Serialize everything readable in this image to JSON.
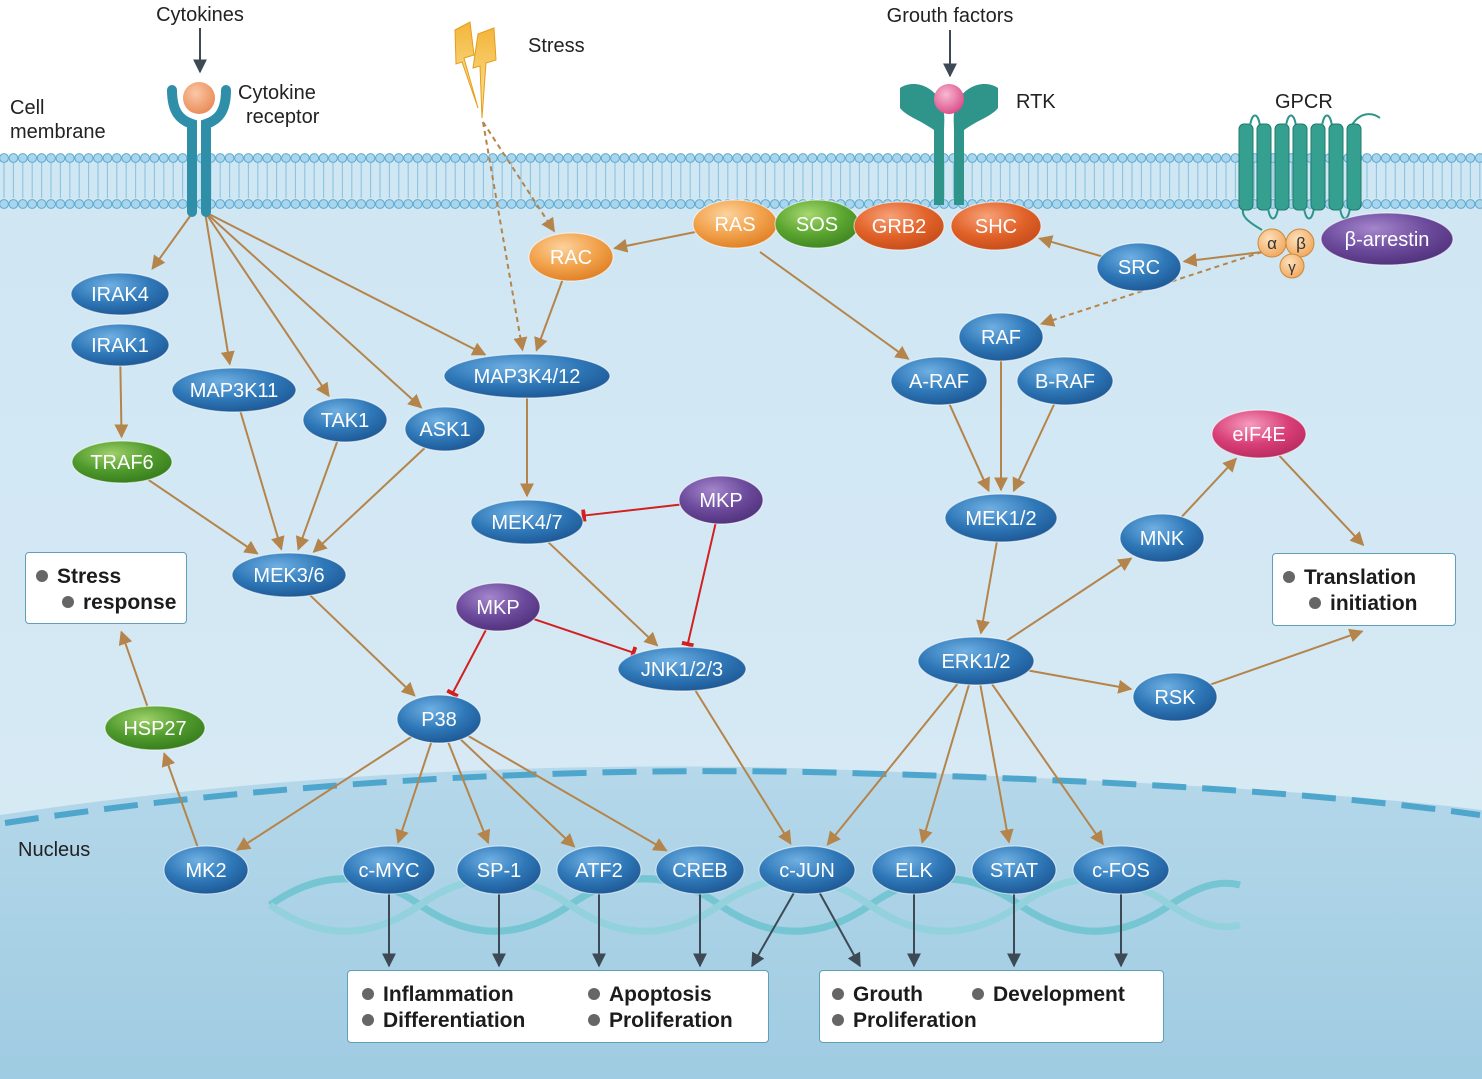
{
  "labels": {
    "cytokines": "Cytokines",
    "stress": "Stress",
    "grouth_factors": "Grouth factors",
    "cell_membrane_1": "Cell",
    "cell_membrane_2": "membrane",
    "cytokine_receptor_1": "Cytokine",
    "cytokine_receptor_2": "receptor",
    "rtk": "RTK",
    "gpcr": "GPCR",
    "nucleus": "Nucleus",
    "alpha": "α",
    "beta": "β",
    "gamma": "γ"
  },
  "nodes": {
    "irak4": "IRAK4",
    "irak1": "IRAK1",
    "traf6": "TRAF6",
    "map3k11": "MAP3K11",
    "tak1": "TAK1",
    "ask1": "ASK1",
    "map3k4_12": "MAP3K4/12",
    "mek3_6": "MEK3/6",
    "mek4_7": "MEK4/7",
    "mkp_top": "MKP",
    "mkp_mid": "MKP",
    "jnk": "JNK1/2/3",
    "p38": "P38",
    "hsp27": "HSP27",
    "mk2": "MK2",
    "rac": "RAC",
    "ras": "RAS",
    "sos": "SOS",
    "grb2": "GRB2",
    "shc": "SHC",
    "src": "SRC",
    "beta_arrestin": "β-arrestin",
    "raf": "RAF",
    "a_raf": "A-RAF",
    "b_raf": "B-RAF",
    "mek1_2": "MEK1/2",
    "erk1_2": "ERK1/2",
    "mnk": "MNK",
    "eif4e": "eIF4E",
    "rsk": "RSK",
    "c_myc": "c-MYC",
    "sp1": "SP-1",
    "atf2": "ATF2",
    "creb": "CREB",
    "c_jun": "c-JUN",
    "elk": "ELK",
    "stat": "STAT",
    "c_fos": "c-FOS"
  },
  "outcomes": {
    "stress_response_1": "Stress",
    "stress_response_2": "response",
    "translation_1": "Translation",
    "translation_2": "initiation",
    "inflammation": "Inflammation",
    "differentiation": "Differentiation",
    "apoptosis": "Apoptosis",
    "proliferation_left": "Proliferation",
    "grouth": "Grouth",
    "development": "Development",
    "proliferation_right": "Proliferation"
  },
  "colors": {
    "blue_node": "#2f78b8",
    "green_node": "#4f9a2c",
    "purple_node": "#6c4a9c",
    "orange_node": "#ee8a2c",
    "red_orange_node": "#e2632a",
    "pink_node": "#d93f78",
    "activation_arrow": "#b5844a",
    "inhibition_line": "#d22020",
    "receptor_teal": "#2f958a"
  }
}
